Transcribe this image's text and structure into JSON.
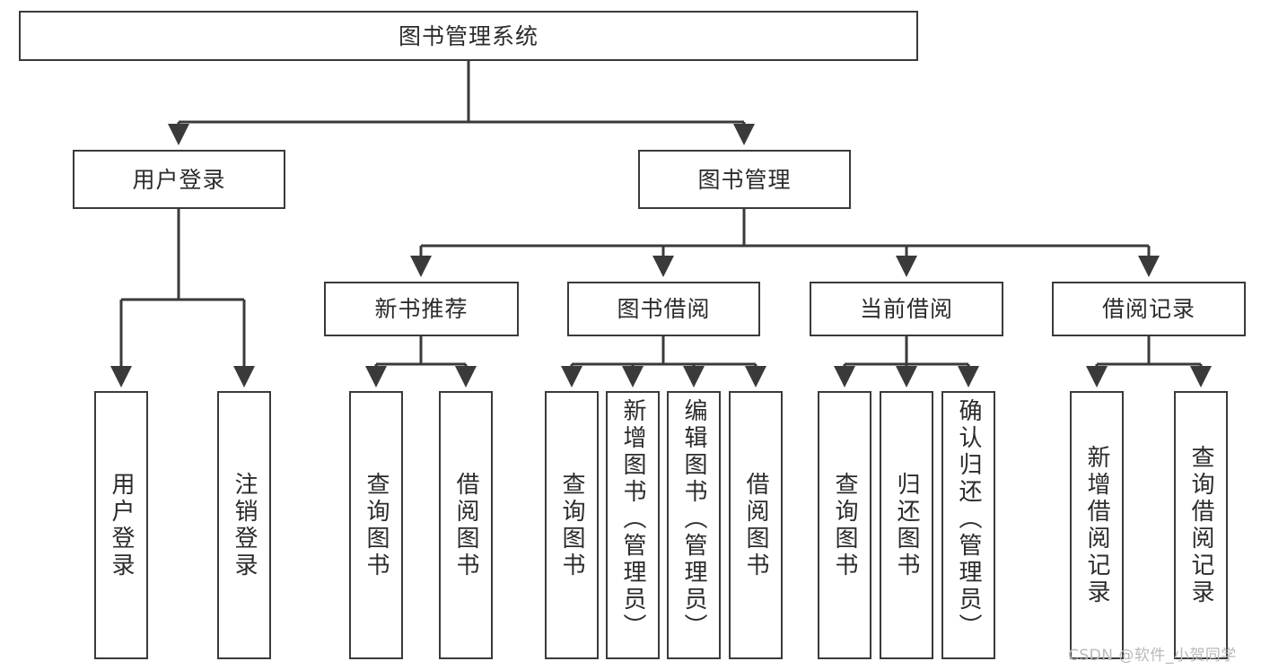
{
  "diagram": {
    "title": "图书管理系统",
    "type": "tree-hierarchy",
    "watermark": "CSDN @软件_小贺同学",
    "colors": {
      "stroke": "#3a3a3a",
      "fill": "#ffffff",
      "text": "#2b2b2b",
      "watermark": "#b9b9b9"
    }
  },
  "nodes": {
    "root": {
      "label": "图书管理系统"
    },
    "level2": [
      {
        "id": "user-login",
        "label": "用户登录"
      },
      {
        "id": "book-management",
        "label": "图书管理"
      }
    ],
    "level3": [
      {
        "id": "new-book-recommend",
        "label": "新书推荐"
      },
      {
        "id": "book-borrow",
        "label": "图书借阅"
      },
      {
        "id": "current-borrow",
        "label": "当前借阅"
      },
      {
        "id": "borrow-record",
        "label": "借阅记录"
      }
    ],
    "leaves": {
      "user-login": [
        {
          "id": "leaf-user-login",
          "label": "用户登录"
        },
        {
          "id": "leaf-logout-login",
          "label": "注销登录"
        }
      ],
      "new-book-recommend": [
        {
          "id": "leaf-query-book-1",
          "label": "查询图书"
        },
        {
          "id": "leaf-borrow-book-1",
          "label": "借阅图书"
        }
      ],
      "book-borrow": [
        {
          "id": "leaf-query-book-2",
          "label": "查询图书"
        },
        {
          "id": "leaf-add-book",
          "label": "新增图书（管理员）"
        },
        {
          "id": "leaf-edit-book",
          "label": "编辑图书（管理员）"
        },
        {
          "id": "leaf-borrow-book-2",
          "label": "借阅图书"
        }
      ],
      "current-borrow": [
        {
          "id": "leaf-query-book-3",
          "label": "查询图书"
        },
        {
          "id": "leaf-return-book",
          "label": "归还图书"
        },
        {
          "id": "leaf-confirm-return",
          "label": "确认归还（管理员）"
        }
      ],
      "borrow-record": [
        {
          "id": "leaf-add-record",
          "label": "新增借阅记录"
        },
        {
          "id": "leaf-query-record",
          "label": "查询借阅记录"
        }
      ]
    }
  }
}
